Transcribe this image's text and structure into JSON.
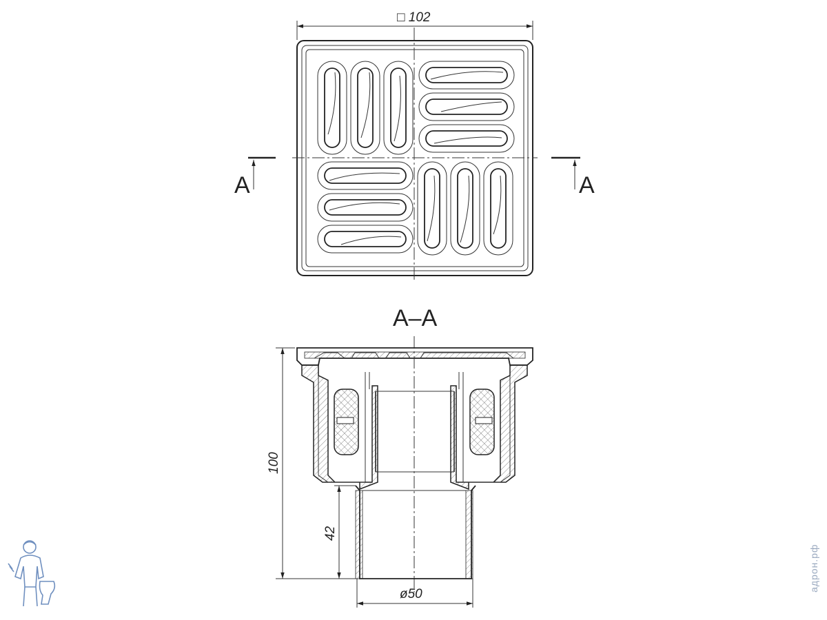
{
  "drawing": {
    "top_dimension": "□ 102",
    "section_marker_left": "A",
    "section_marker_right": "A",
    "section_title": "A–A",
    "dim_height_total": "100",
    "dim_height_outlet": "42",
    "dim_outlet_diameter": "ø50"
  },
  "watermark": {
    "text": "адрон.рф"
  },
  "colors": {
    "line": "#222222",
    "watermark": "#9aa9bf",
    "logo": "#6f8fbf"
  },
  "icons": {
    "logo": "plumber-with-toilet-logo"
  }
}
